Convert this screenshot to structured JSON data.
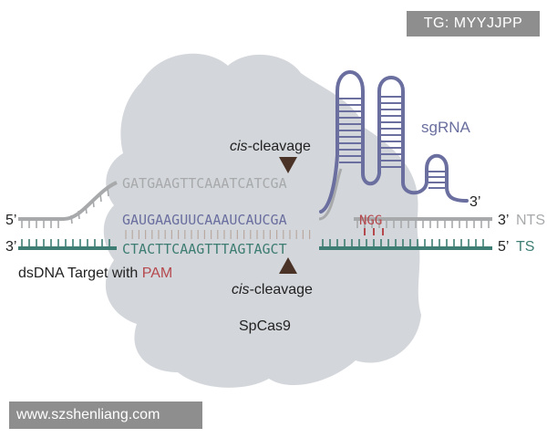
{
  "tag_label": "TG: MYYJJPP",
  "watermark": "www.szshenliang.com",
  "protein_label": "SpCas9",
  "sgrna_label": "sgRNA",
  "dsdna_label_prefix": "dsDNA Target with ",
  "pam_word": "PAM",
  "cleavage_top": {
    "italic": "cis",
    "rest": "-cleavage"
  },
  "cleavage_bottom": {
    "italic": "cis",
    "rest": "-cleavage"
  },
  "nts_sequence": "GATGAAGTTCAAATCATCGA",
  "sgrna_spacer": "GAUGAAGUUCAAAUCAUCGA",
  "ts_sequence": "CTACTTCAAGTTTAGTAGCT",
  "pam_sequence": "NGG",
  "ends": {
    "left_top": "5’",
    "left_bottom": "3’",
    "right_top": "3’",
    "right_bottom": "5’",
    "sgrna_end": "3’"
  },
  "strand_labels": {
    "nts": "NTS",
    "ts": "TS"
  },
  "colors": {
    "protein": "#d3d6da",
    "nts": "#a7a9ab",
    "ts": "#3e7d73",
    "sgrna": "#6a6f9f",
    "pam": "#b5484d",
    "arrow": "#4a3226"
  }
}
